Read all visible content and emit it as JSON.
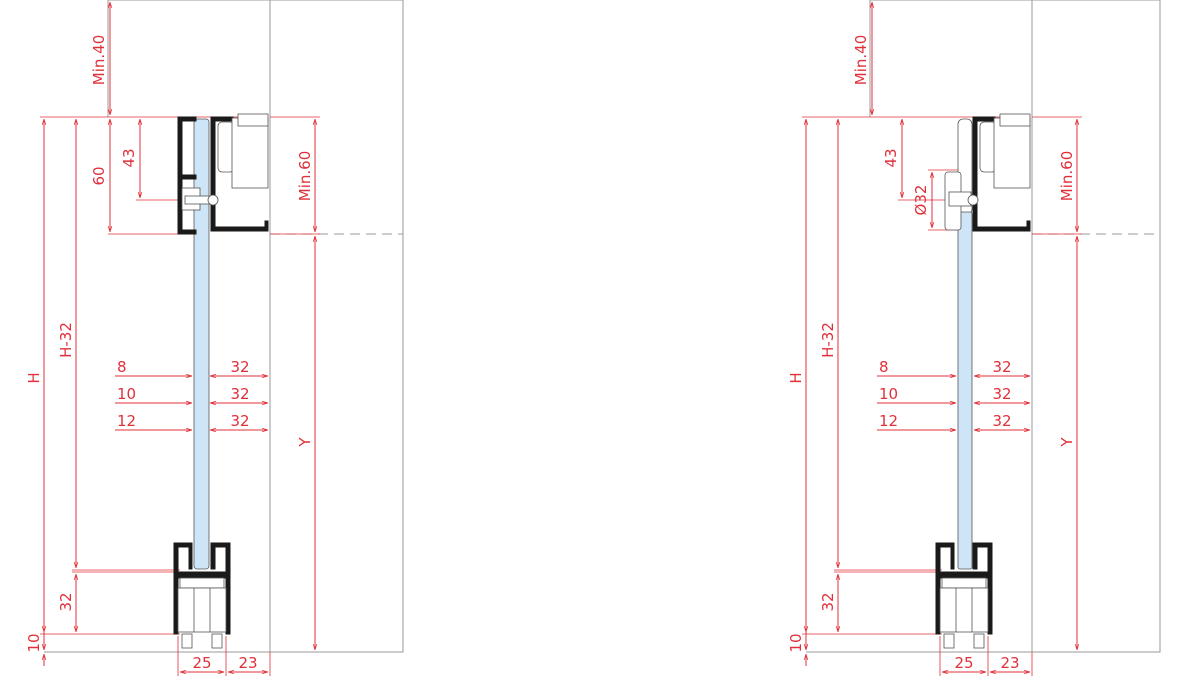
{
  "left_drawing": {
    "min_top": "Min.40",
    "h_total": "H",
    "h_minus": "H-32",
    "dim_60": "60",
    "dim_43": "43",
    "min_side": "Min.60",
    "y_label": "Y",
    "glass_rows": [
      {
        "thickness": "8",
        "offset": "32"
      },
      {
        "thickness": "10",
        "offset": "32"
      },
      {
        "thickness": "12",
        "offset": "32"
      }
    ],
    "dim_bottom_32": "32",
    "dim_10": "10",
    "dim_25": "25",
    "dim_23": "23"
  },
  "right_drawing": {
    "min_top": "Min.40",
    "h_total": "H",
    "h_minus": "H-32",
    "dim_43": "43",
    "dim_knob": "Ø32",
    "min_side": "Min.60",
    "y_label": "Y",
    "glass_rows": [
      {
        "thickness": "8",
        "offset": "32"
      },
      {
        "thickness": "10",
        "offset": "32"
      },
      {
        "thickness": "12",
        "offset": "32"
      }
    ],
    "dim_bottom_32": "32",
    "dim_10": "10",
    "dim_25": "25",
    "dim_23": "23"
  },
  "colors": {
    "dimension": "#e0303a",
    "glass": "#cde5f6",
    "profile": "#1a1a1a"
  }
}
